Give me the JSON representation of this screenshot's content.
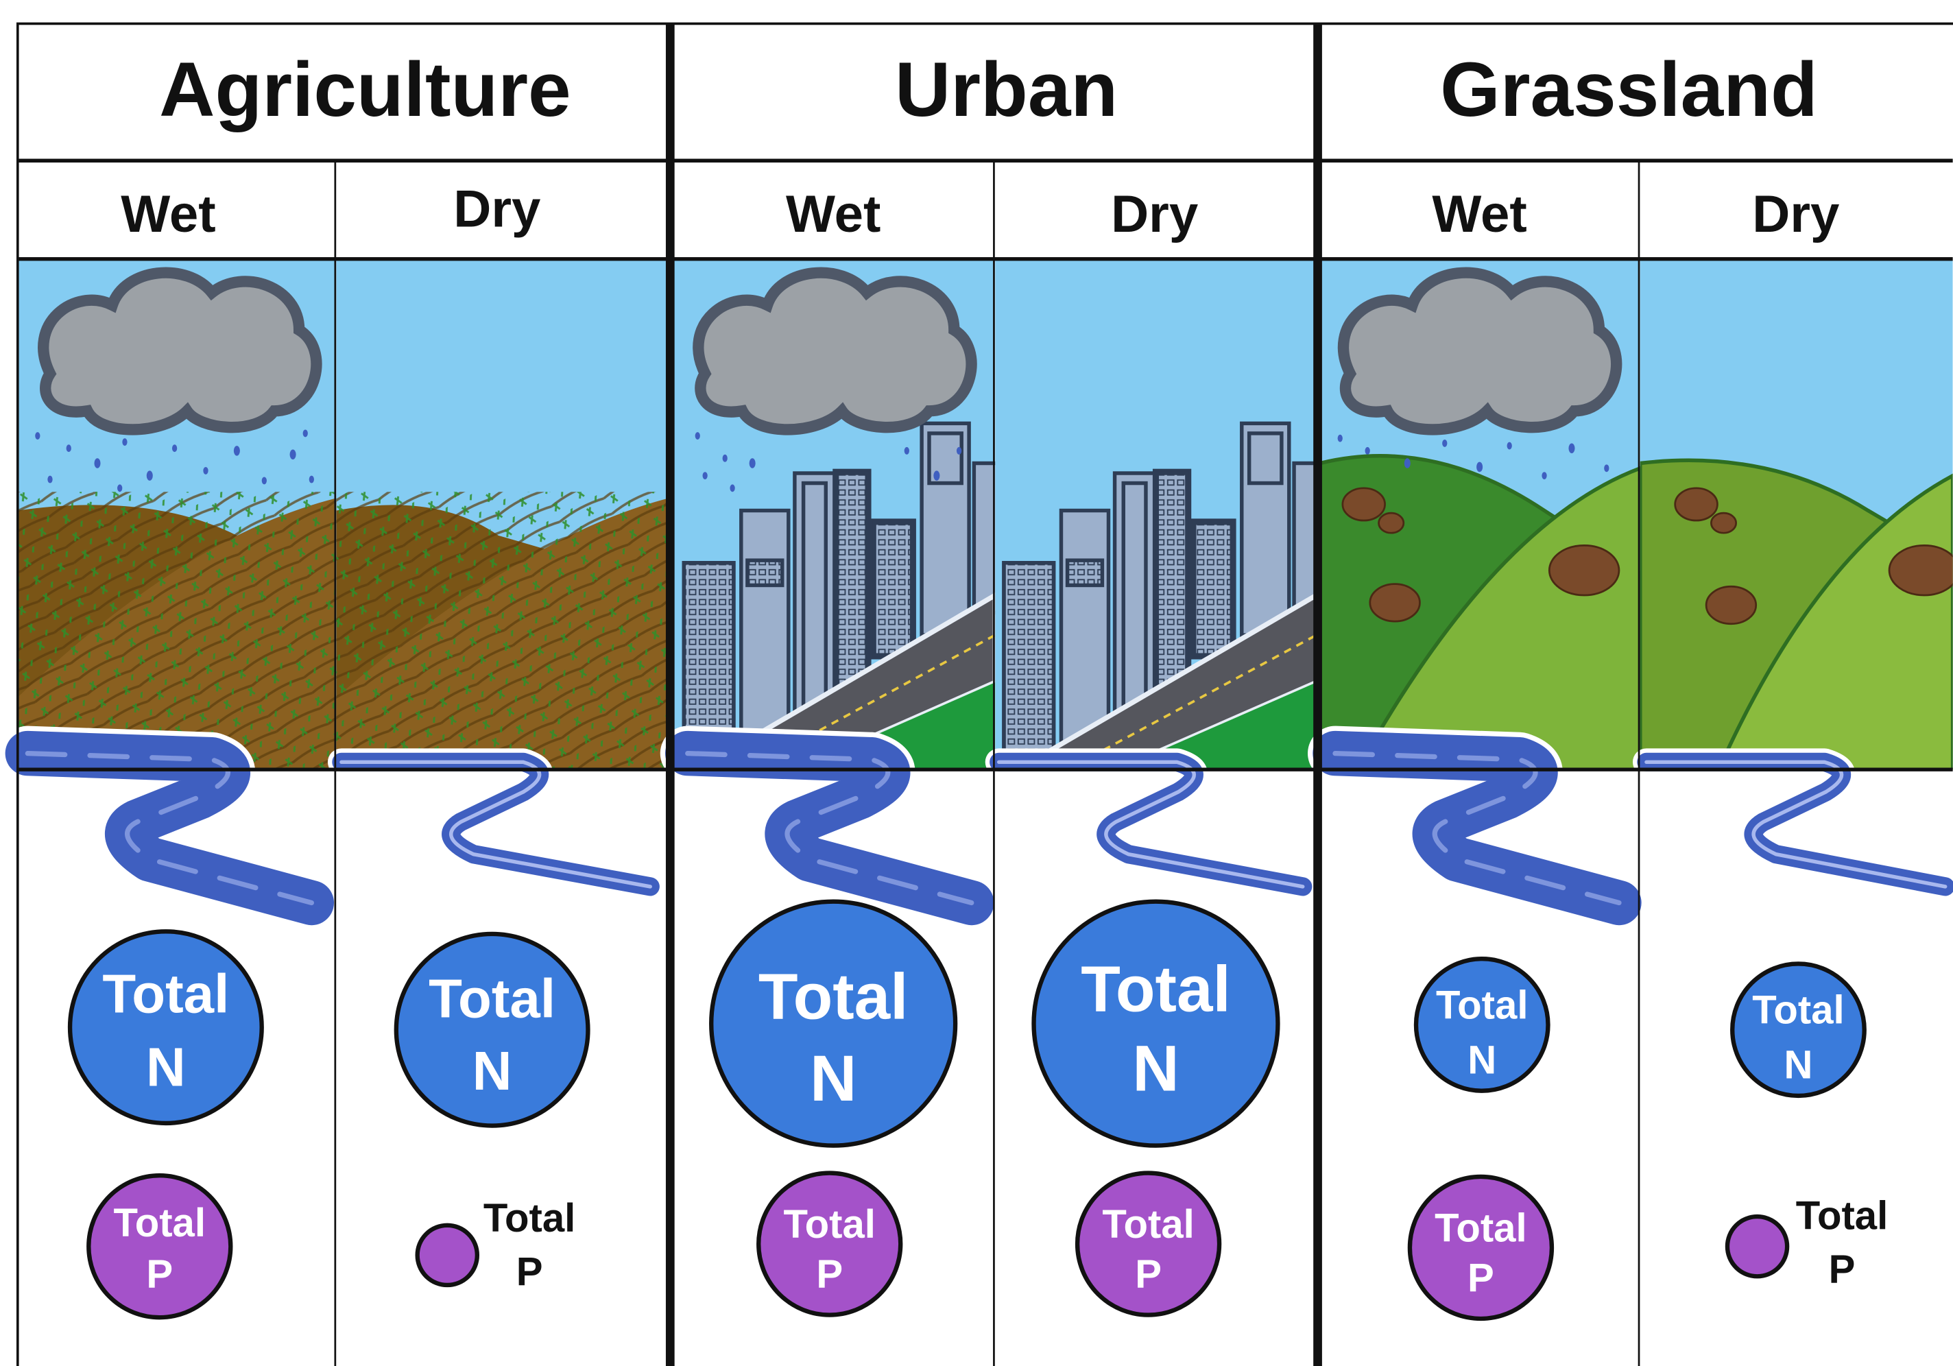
{
  "landuses": [
    {
      "name": "Agriculture",
      "landscape": "cropland-hills",
      "conditions": [
        {
          "label": "Wet",
          "weather": "rain-cloud",
          "river": "wide-river",
          "total_n": {
            "line1": "Total",
            "line2": "N",
            "level": "medium"
          },
          "total_p": {
            "line1": "Total",
            "line2": "P",
            "level": "medium",
            "label_outside": false
          }
        },
        {
          "label": "Dry",
          "weather": "clear-sky",
          "river": "narrow-river",
          "total_n": {
            "line1": "Total",
            "line2": "N",
            "level": "medium"
          },
          "total_p": {
            "line1": "Total",
            "line2": "P",
            "level": "small",
            "label_outside": true
          }
        }
      ]
    },
    {
      "name": "Urban",
      "landscape": "city-buildings-road",
      "conditions": [
        {
          "label": "Wet",
          "weather": "rain-cloud",
          "river": "wide-river",
          "total_n": {
            "line1": "Total",
            "line2": "N",
            "level": "large"
          },
          "total_p": {
            "line1": "Total",
            "line2": "P",
            "level": "medium",
            "label_outside": false
          }
        },
        {
          "label": "Dry",
          "weather": "clear-sky",
          "river": "narrow-river",
          "total_n": {
            "line1": "Total",
            "line2": "N",
            "level": "large"
          },
          "total_p": {
            "line1": "Total",
            "line2": "P",
            "level": "medium",
            "label_outside": false
          }
        }
      ]
    },
    {
      "name": "Grassland",
      "landscape": "grass-hills-bison",
      "conditions": [
        {
          "label": "Wet",
          "weather": "rain-cloud",
          "river": "wide-river",
          "total_n": {
            "line1": "Total",
            "line2": "N",
            "level": "small"
          },
          "total_p": {
            "line1": "Total",
            "line2": "P",
            "level": "medium",
            "label_outside": false
          }
        },
        {
          "label": "Dry",
          "weather": "clear-sky",
          "river": "narrow-river",
          "total_n": {
            "line1": "Total",
            "line2": "N",
            "level": "small"
          },
          "total_p": {
            "line1": "Total",
            "line2": "P",
            "level": "small",
            "label_outside": true
          }
        }
      ]
    }
  ],
  "colors": {
    "sky": "#84CCF2",
    "nitrogen": "#3A7BDB",
    "phosphorus": "#A452C9",
    "river": "#3F5FC0",
    "cloud": "#9CA1A6",
    "cloud_outline": "#4F5868",
    "crop_soil": "#7A5516",
    "crop_sprout": "#2E8F2A",
    "building": "#9CB0CC",
    "road": "#55565D",
    "grass_dark": "#3A8A2C",
    "grass_light": "#7EB43A",
    "bison": "#7A4A2A"
  }
}
